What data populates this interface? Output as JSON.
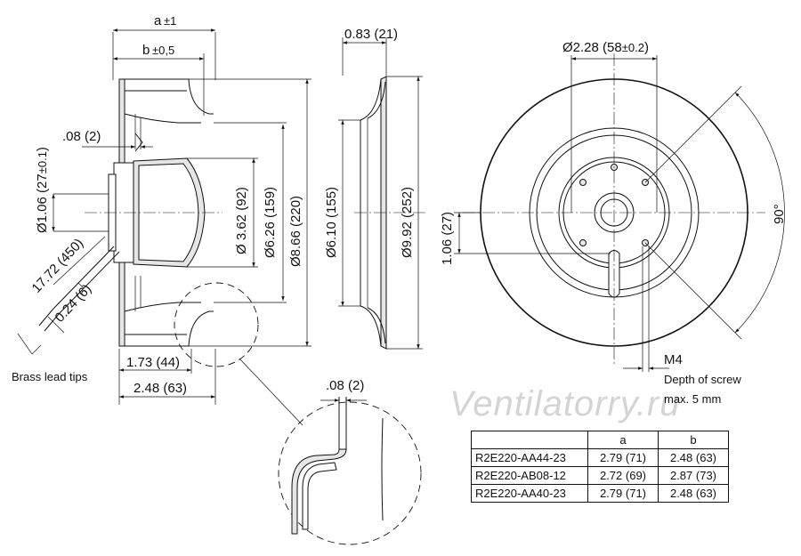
{
  "dimensions": {
    "a_tol": "a",
    "a_tol_sup": "±1",
    "b_tol": "b",
    "b_tol_sup": "±0,5",
    "d_08_top": ".08 (2)",
    "d_106_side": "Ø1.06 (27",
    "d_106_side_tol": "±0.1",
    "d_106_side_close": ")",
    "d_1772": "17.72 (450)",
    "d_024": "0.24 (6)",
    "d_173": "1.73 (44)",
    "d_248": "2.48 (63)",
    "d_362": "Ø 3.62 (92)",
    "d_626": "Ø6.26 (159)",
    "d_866": "Ø8.66 (220)",
    "d_083": "0.83 (21)",
    "d_610": "Ø6.10 (155)",
    "d_992": "Ø9.92 (252)",
    "d_228": "Ø2.28 (58",
    "d_228_tol": "±0.2",
    "d_228_close": ")",
    "d_106_front": "1.06 (27)",
    "d_90": "90°",
    "d_m4": "M4",
    "d_08_detail": ".08 (2)"
  },
  "notes": {
    "brass_lead_tips": "Brass lead tips",
    "depth_of_screw": "Depth of screw",
    "max_depth": "max. 5 mm"
  },
  "watermark": "Ventilatorry.ru",
  "table": {
    "headers": [
      "",
      "a",
      "b"
    ],
    "rows": [
      {
        "model": "R2E220-AA44-23",
        "a": "2.79 (71)",
        "b": "2.48 (63)"
      },
      {
        "model": "R2E220-AB08-12",
        "a": "2.72 (69)",
        "b": "2.87 (73)"
      },
      {
        "model": "R2E220-AA40-23",
        "a": "2.79 (71)",
        "b": "2.48 (63)"
      }
    ]
  }
}
